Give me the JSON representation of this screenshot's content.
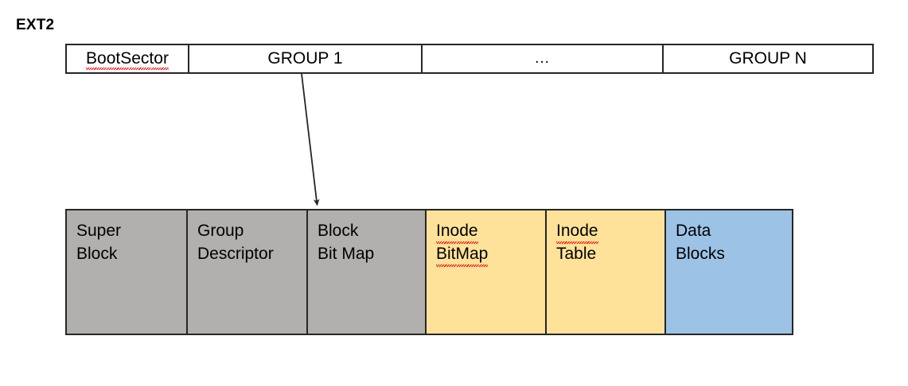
{
  "diagram": {
    "title": "EXT2",
    "partition_row": {
      "name": "partition-layout",
      "cells": [
        {
          "label": "BootSector",
          "fill": "none",
          "misspelled": true
        },
        {
          "label": "GROUP 1",
          "fill": "none",
          "misspelled": false
        },
        {
          "label": "...",
          "fill": "none",
          "misspelled": false
        },
        {
          "label": "GROUP N",
          "fill": "none",
          "misspelled": false
        }
      ]
    },
    "group_row": {
      "name": "block-group-layout",
      "cells": [
        {
          "line1": "Super",
          "line2": "Block",
          "fill": "gray",
          "misspelled_lines": []
        },
        {
          "line1": "Group",
          "line2": "Descriptor",
          "fill": "gray",
          "misspelled_lines": []
        },
        {
          "line1": "Block",
          "line2": "Bit Map",
          "fill": "gray",
          "misspelled_lines": []
        },
        {
          "line1": "Inode",
          "line2": "BitMap",
          "fill": "yellow",
          "misspelled_lines": [
            1,
            2
          ]
        },
        {
          "line1": "Inode",
          "line2": "Table",
          "fill": "yellow",
          "misspelled_lines": [
            1
          ]
        },
        {
          "line1": "Data",
          "line2": "Blocks",
          "fill": "blue",
          "misspelled_lines": []
        }
      ]
    },
    "connector": {
      "name": "group1-expansion-arrow",
      "from_label": "GROUP 1",
      "to_label": "block-group-layout"
    },
    "colors": {
      "gray": "#b2b0ae",
      "yellow": "#ffe299",
      "blue": "#9cc3e6",
      "border": "#262626",
      "spellcheck": "#ff0000",
      "text": "#000000",
      "background": "#ffffff"
    }
  }
}
